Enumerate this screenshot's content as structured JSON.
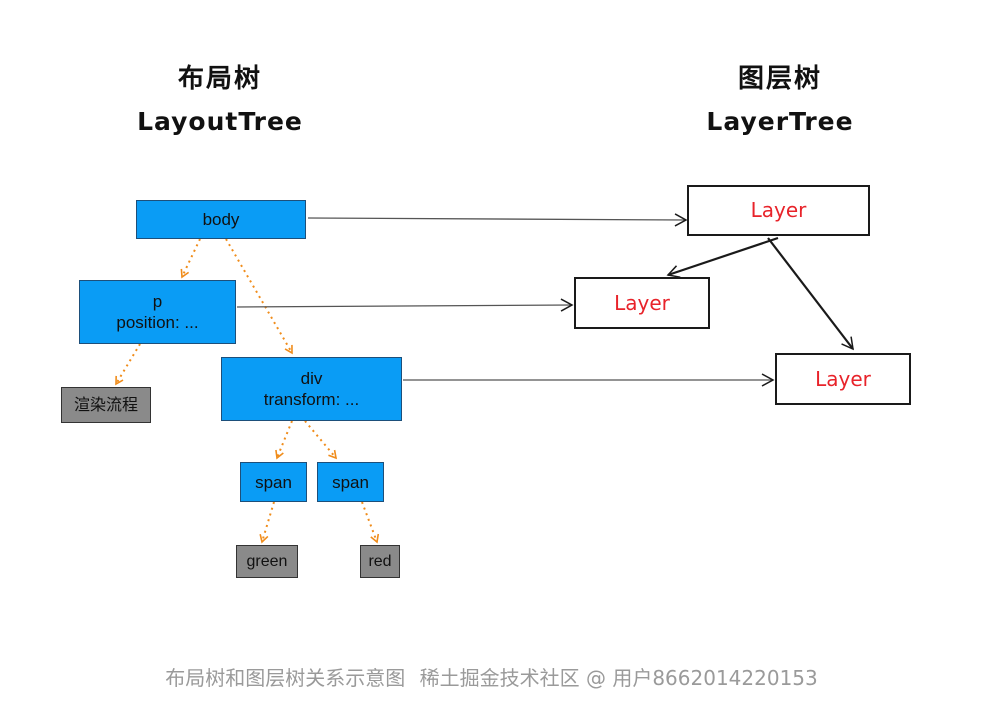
{
  "headings": {
    "layout_tree": {
      "cn": "布局树",
      "en": "LayoutTree"
    },
    "layer_tree": {
      "cn": "图层树",
      "en": "LayerTree"
    }
  },
  "layout_nodes": {
    "body": {
      "line1": "body",
      "line2": ""
    },
    "p": {
      "line1": "p",
      "line2": "position: ..."
    },
    "div": {
      "line1": "div",
      "line2": "transform: ..."
    },
    "span1": {
      "line1": "span",
      "line2": ""
    },
    "span2": {
      "line1": "span",
      "line2": ""
    },
    "text_render": {
      "line1": "渲染流程",
      "line2": ""
    },
    "text_green": {
      "line1": "green",
      "line2": ""
    },
    "text_red": {
      "line1": "red",
      "line2": ""
    }
  },
  "layer_nodes": {
    "layer_body": {
      "label": "Layer"
    },
    "layer_p": {
      "label": "Layer"
    },
    "layer_div": {
      "label": "Layer"
    }
  },
  "caption": {
    "text": "布局树和图层树关系示意图",
    "watermark": "稀土掘金技术社区 @ 用户8662014220153"
  },
  "colors": {
    "layout_node": "#0a9cf5",
    "text_node": "#8a8a8a",
    "layout_edge": "#f08c1a",
    "layer_label": "#e8232a",
    "arrow": "#1a1a1a"
  }
}
